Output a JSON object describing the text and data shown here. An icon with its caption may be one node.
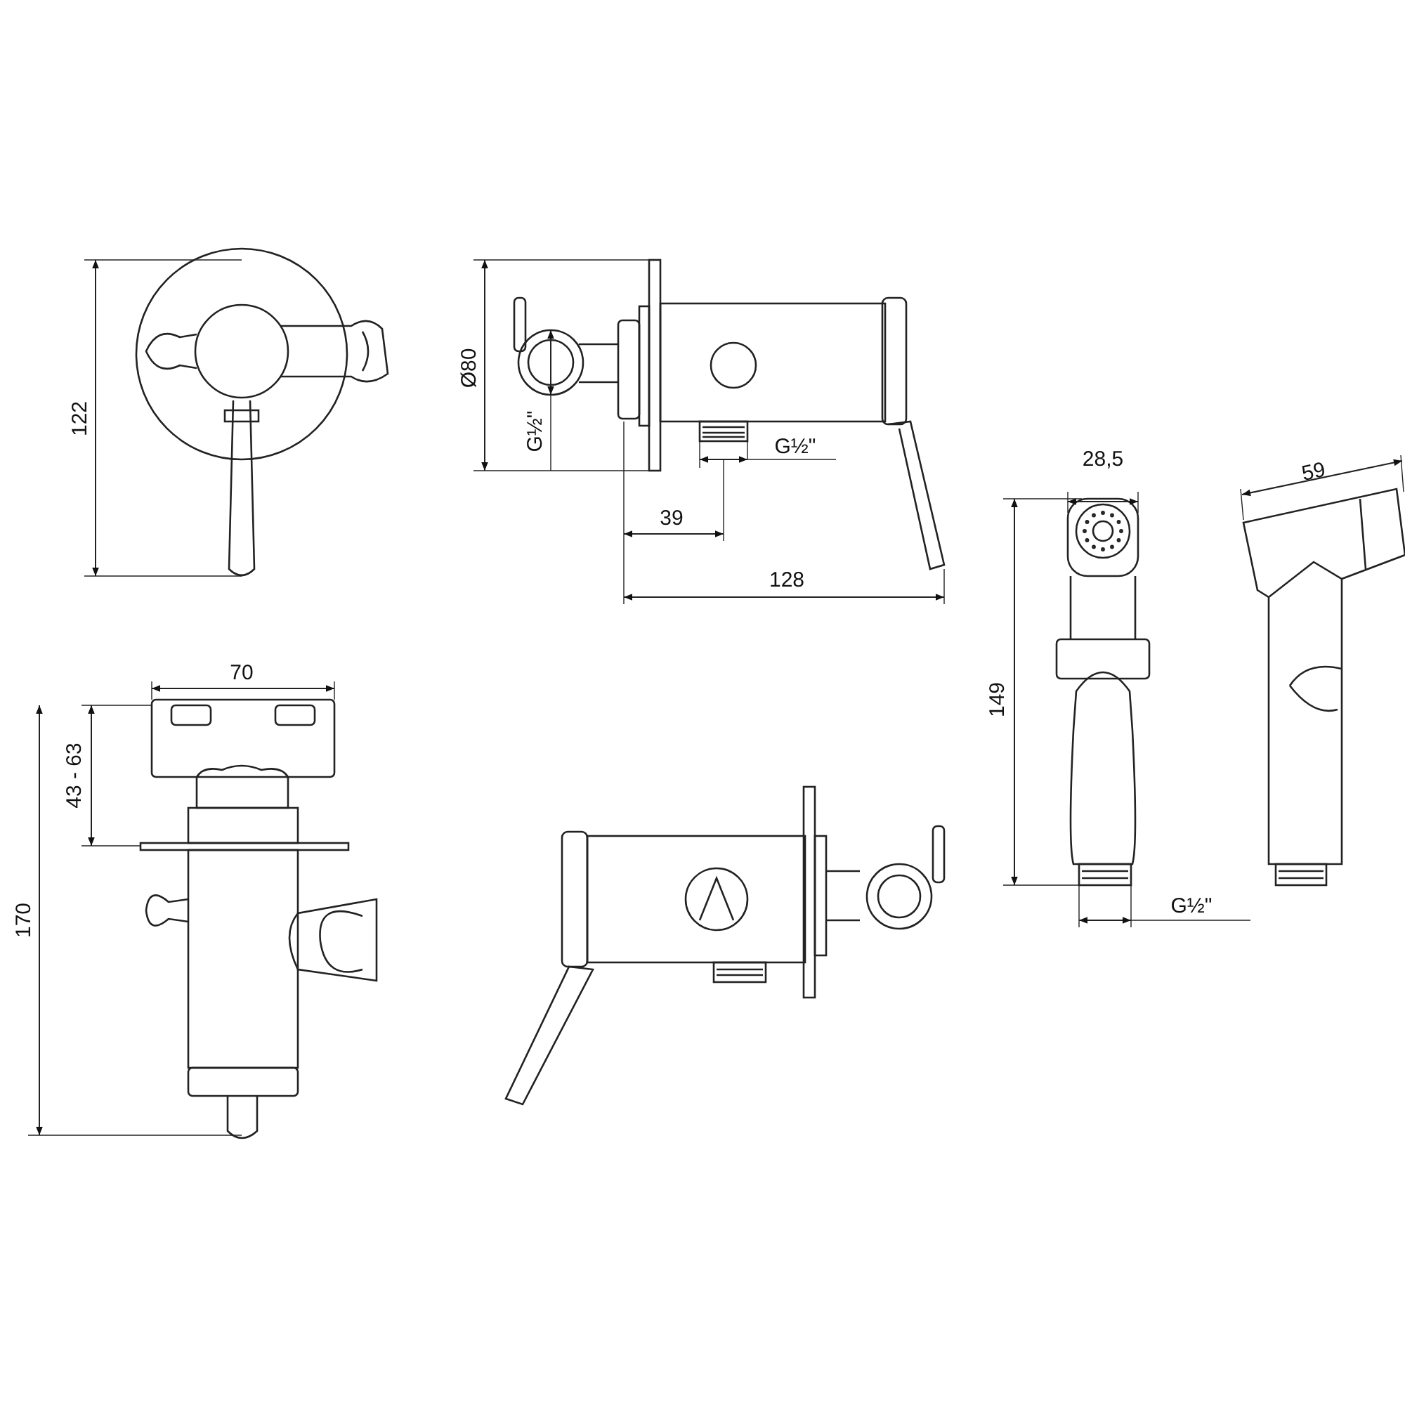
{
  "diagram": {
    "labels": [
      "122",
      "Ø80",
      "G½\"",
      "G½\"",
      "39",
      "128",
      "28,5",
      "59",
      "149",
      "G½\"",
      "70",
      "43 - 63",
      "170"
    ]
  }
}
